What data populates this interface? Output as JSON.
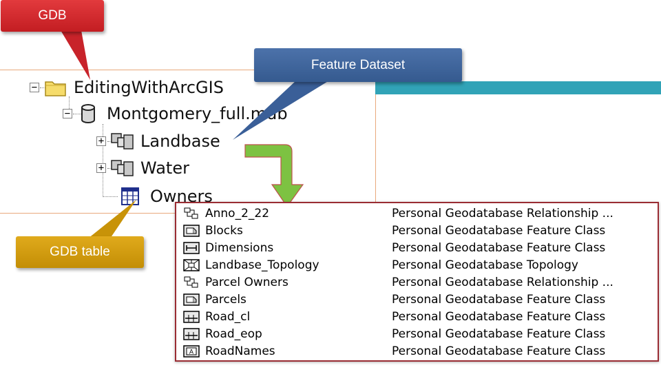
{
  "callouts": {
    "gdb": "GDB",
    "feature_dataset": "Feature Dataset",
    "gdb_table": "GDB table"
  },
  "tree": {
    "root": "EditingWithArcGIS",
    "database": "Montgomery_full.mdb",
    "children": [
      "Landbase",
      "Water",
      "Owners"
    ]
  },
  "catalog": {
    "rows": [
      {
        "name": "Anno_2_22",
        "type": "Personal Geodatabase Relationship ...",
        "icon": "relationship-icon"
      },
      {
        "name": "Blocks",
        "type": "Personal Geodatabase Feature Class",
        "icon": "polygon-feature-class-icon"
      },
      {
        "name": "Dimensions",
        "type": "Personal Geodatabase Feature Class",
        "icon": "dimension-feature-class-icon"
      },
      {
        "name": "Landbase_Topology",
        "type": "Personal Geodatabase Topology",
        "icon": "topology-icon"
      },
      {
        "name": "Parcel Owners",
        "type": "Personal Geodatabase Relationship ...",
        "icon": "relationship-icon"
      },
      {
        "name": "Parcels",
        "type": "Personal Geodatabase Feature Class",
        "icon": "polygon-feature-class-icon"
      },
      {
        "name": "Road_cl",
        "type": "Personal Geodatabase Feature Class",
        "icon": "line-feature-class-icon"
      },
      {
        "name": "Road_eop",
        "type": "Personal Geodatabase Feature Class",
        "icon": "line-feature-class-icon"
      },
      {
        "name": "RoadNames",
        "type": "Personal Geodatabase Feature Class",
        "icon": "annotation-feature-class-icon"
      }
    ]
  },
  "colors": {
    "gdb_callout": "#d1282c",
    "feature_dataset_callout": "#3f66a0",
    "gdb_table_callout": "#d29d0e",
    "arrow": "#7dc242",
    "teal_bar": "#31a3b7",
    "catalog_border": "#9a2c33"
  }
}
